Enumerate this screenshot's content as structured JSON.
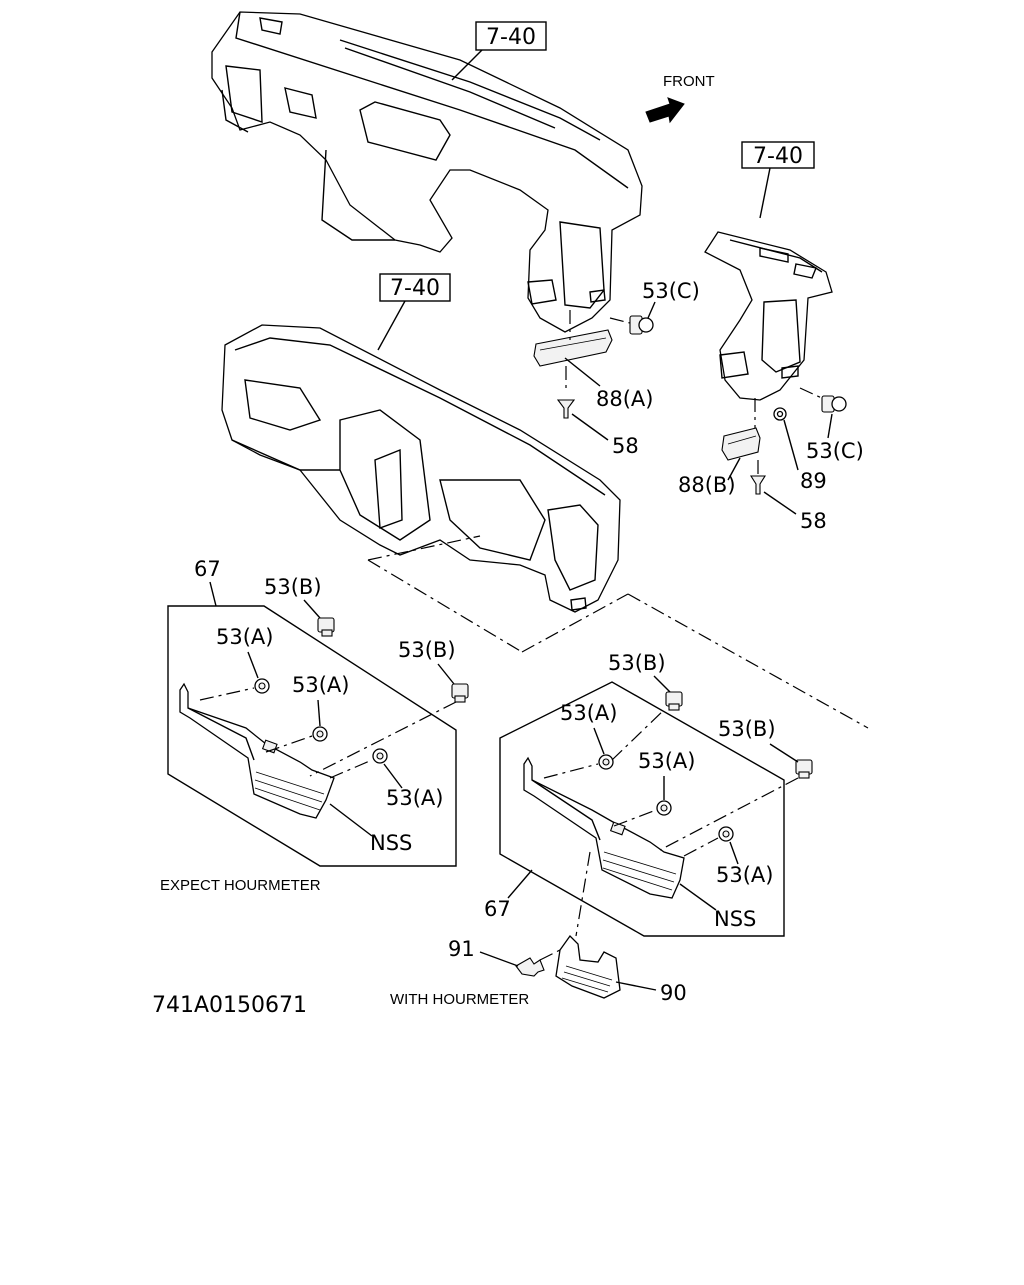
{
  "front_label": "FRONT",
  "ref_dashboard_top": "7-40",
  "ref_dashboard_side": "7-40",
  "ref_frame": "7-40",
  "labels": {
    "c53c_left": "53(C)",
    "c88a": "88(A)",
    "c58_left": "58",
    "c53c_right": "53(C)",
    "c89": "89",
    "c88b": "88(B)",
    "c58_right": "58",
    "c67_left": "67",
    "c53b_left_top": "53(B)",
    "c53a_left_1": "53(A)",
    "c53a_left_2": "53(A)",
    "c53b_left_mid": "53(B)",
    "c53a_left_3": "53(A)",
    "nss_left": "NSS",
    "c53b_right_top": "53(B)",
    "c53a_right_1": "53(A)",
    "c53a_right_2": "53(A)",
    "c53b_right_side": "53(B)",
    "c53a_right_3": "53(A)",
    "nss_right": "NSS",
    "c67_right": "67",
    "c91": "91",
    "c90": "90"
  },
  "caption_left": "EXPECT HOURMETER",
  "caption_right": "WITH HOURMETER",
  "drawing_code": "741A0150671"
}
